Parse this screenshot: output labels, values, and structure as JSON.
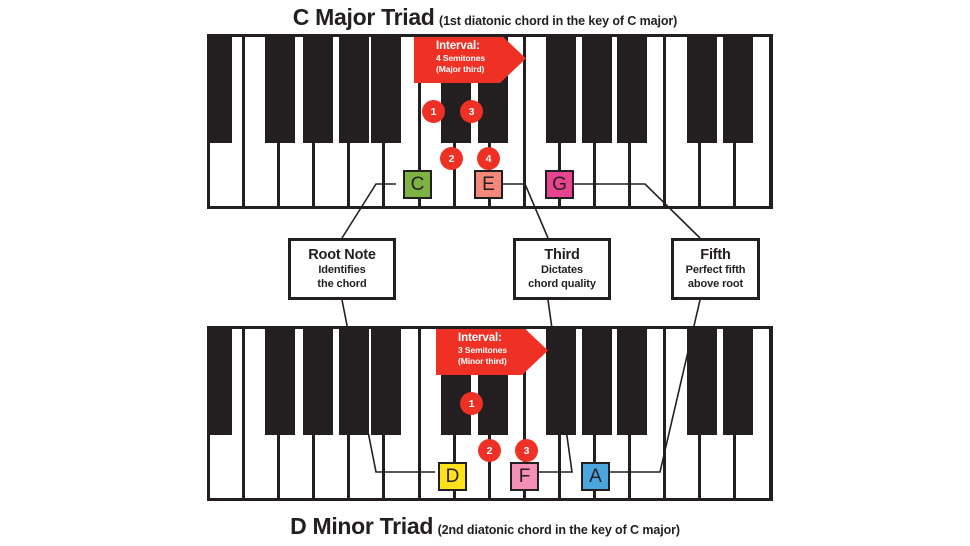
{
  "titles": {
    "top": {
      "main": "C Major Triad",
      "sub": "(1st diatonic chord in the key of C major)"
    },
    "bottom": {
      "main": "D Minor Triad",
      "sub": "(2nd diatonic chord in the key of C major)"
    }
  },
  "colors": {
    "red": "#ee3124",
    "ink": "#231f20",
    "note_c": "#7cb342",
    "note_e": "#f4887b",
    "note_g": "#e8438f",
    "note_d": "#ffe11a",
    "note_f": "#f48fb6",
    "note_a": "#4ba6e0"
  },
  "keyboards": [
    {
      "id": "top",
      "banner": {
        "title": "Interval:",
        "line1": "4 Semitones",
        "line2": "(Major third)"
      },
      "steps": [
        {
          "label": "1",
          "on": "black"
        },
        {
          "label": "2",
          "on": "white"
        },
        {
          "label": "3",
          "on": "black"
        },
        {
          "label": "4",
          "on": "white"
        }
      ],
      "notes": [
        {
          "name": "C",
          "color": "#7cb342",
          "role": "root"
        },
        {
          "name": "E",
          "color": "#f4887b",
          "role": "third"
        },
        {
          "name": "G",
          "color": "#e8438f",
          "role": "fifth"
        }
      ]
    },
    {
      "id": "bottom",
      "banner": {
        "title": "Interval:",
        "line1": "3 Semitones",
        "line2": "(Minor third)"
      },
      "steps": [
        {
          "label": "1",
          "on": "black"
        },
        {
          "label": "2",
          "on": "white"
        },
        {
          "label": "3",
          "on": "white"
        }
      ],
      "notes": [
        {
          "name": "D",
          "color": "#ffe11a",
          "role": "root"
        },
        {
          "name": "F",
          "color": "#f48fb6",
          "role": "third"
        },
        {
          "name": "A",
          "color": "#4ba6e0",
          "role": "fifth"
        }
      ]
    }
  ],
  "callouts": [
    {
      "id": "root",
      "title": "Root Note",
      "line1": "Identifies",
      "line2": "the chord"
    },
    {
      "id": "third",
      "title": "Third",
      "line1": "Dictates",
      "line2": "chord quality"
    },
    {
      "id": "fifth",
      "title": "Fifth",
      "line1": "Perfect fifth",
      "line2": "above root"
    }
  ]
}
